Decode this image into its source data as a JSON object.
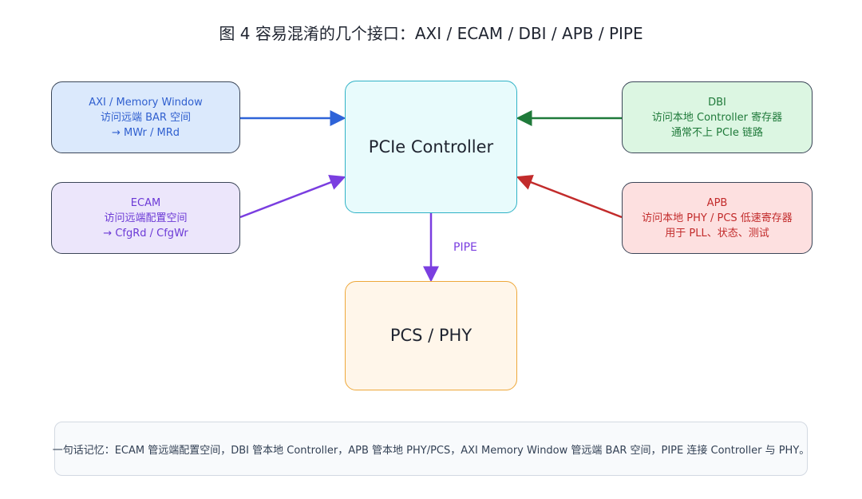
{
  "title": "图 4  容易混淆的几个接口：AXI / ECAM / DBI / APB / PIPE",
  "nodes": {
    "axi": {
      "lines": [
        "AXI / Memory Window",
        "访问远端 BAR 空间",
        "→ MWr / MRd"
      ]
    },
    "ecam": {
      "lines": [
        "ECAM",
        "访问远端配置空间",
        "→ CfgRd / CfgWr"
      ]
    },
    "dbi": {
      "lines": [
        "DBI",
        "访问本地 Controller 寄存器",
        "通常不上 PCIe 链路"
      ]
    },
    "apb": {
      "lines": [
        "APB",
        "访问本地 PHY / PCS 低速寄存器",
        "用于 PLL、状态、测试"
      ]
    },
    "controller": {
      "label": "PCIe Controller"
    },
    "pcs": {
      "label": "PCS / PHY"
    }
  },
  "edges": {
    "pipe_label": "PIPE",
    "colors": {
      "axi": "#2e63d8",
      "ecam": "#7a3ee0",
      "dbi": "#1f7a3a",
      "apb": "#c22b2b",
      "pipe": "#7a3ee0"
    }
  },
  "note": "一句话记忆：ECAM 管远端配置空间，DBI 管本地 Controller，APB 管本地 PHY/PCS，AXI Memory Window 管远端 BAR 空间，PIPE 连接 Controller 与 PHY。"
}
